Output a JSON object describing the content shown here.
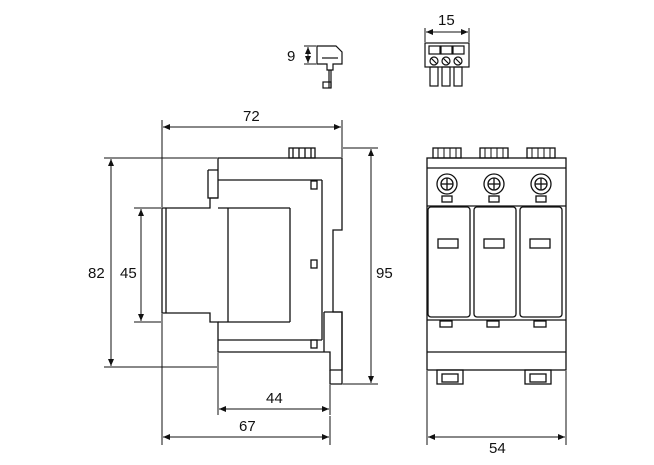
{
  "dimensions": {
    "connector_width": "15",
    "connector_height": "9",
    "side_top_width": "72",
    "inner_height": "45",
    "total_height_left": "82",
    "total_height_right": "95",
    "base_width": "44",
    "bottom_width": "67",
    "front_width": "54"
  }
}
